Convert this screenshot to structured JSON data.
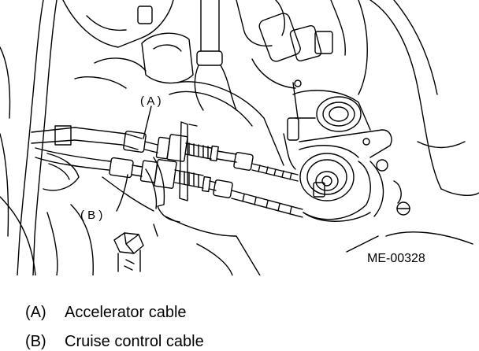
{
  "figure": {
    "id_label": "ME-00328",
    "callouts": [
      {
        "key": "( A )"
      },
      {
        "key": "( B )"
      }
    ]
  },
  "legend": [
    {
      "key": "(A)",
      "text": "Accelerator cable"
    },
    {
      "key": "(B)",
      "text": "Cruise control cable"
    }
  ],
  "colors": {
    "line": "#000000",
    "background": "#ffffff"
  }
}
